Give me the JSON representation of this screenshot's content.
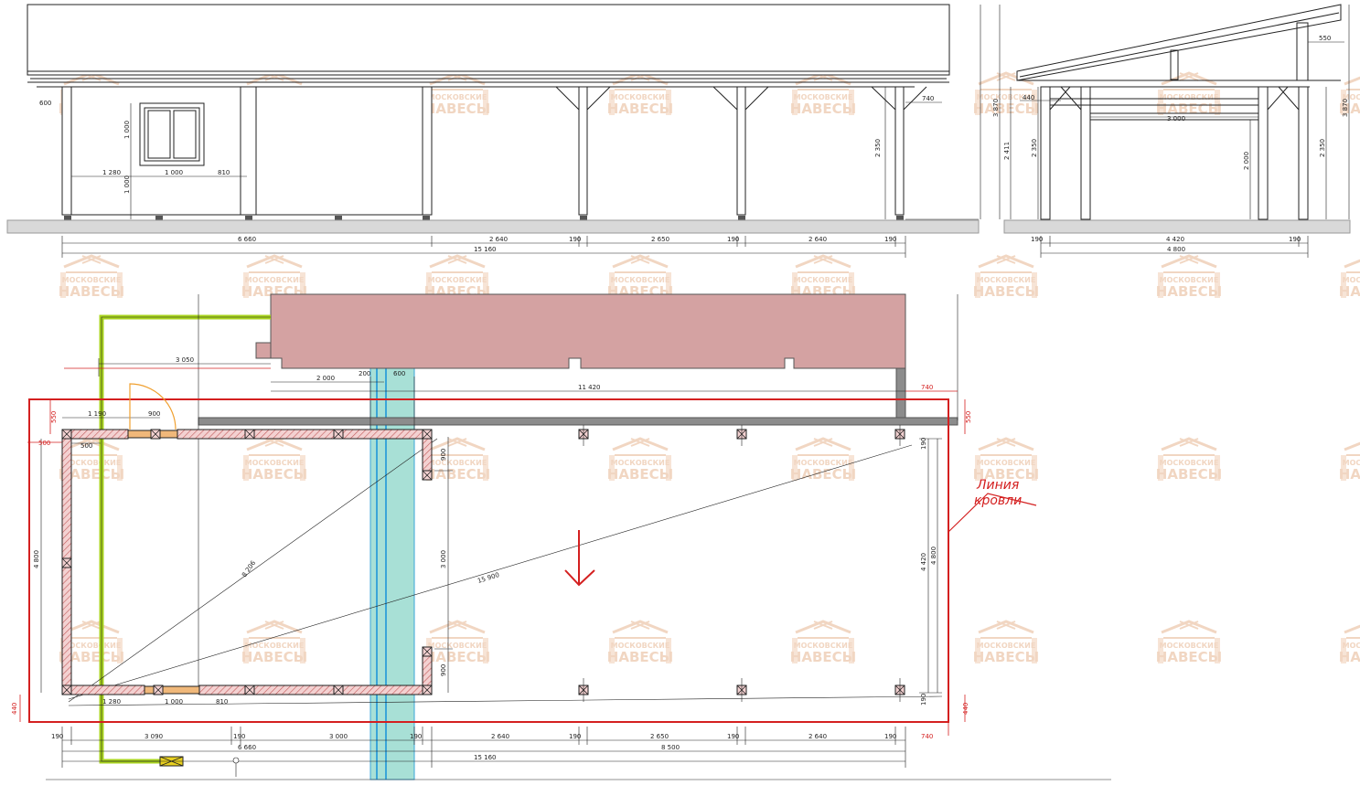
{
  "watermark": {
    "line1": "МОСКОВСКИЕ",
    "line2": "НАВЕСЫ"
  },
  "roof_line_label": {
    "line1": "Линия",
    "line2": "кровли"
  },
  "front_elevation": {
    "left_overhang": "600",
    "window_height": "1 000",
    "window_sill": "1 000",
    "window_left": "1 280",
    "window_width": "1 000",
    "window_right": "810",
    "right_overhang": "740",
    "post_height": "2 350",
    "bottom_dims": [
      "6 660",
      "2 640",
      "190",
      "2 650",
      "190",
      "2 640",
      "190"
    ],
    "total_length": "15 160"
  },
  "side_elevation": {
    "top_offset": "550",
    "left_offset": "440",
    "inner_span": "3 000",
    "left_height_outer": "2 411",
    "left_height_inner": "2 350",
    "center_height": "2 000",
    "right_height": "2 350",
    "total_height_left": "3 870",
    "total_height_right": "3 870",
    "bottom_dims": [
      "190",
      "4 420",
      "190"
    ],
    "total_width": "4 800"
  },
  "plan": {
    "dim_3050": "3 050",
    "dim_2000": "2 000",
    "dim_200": "200",
    "dim_600": "600",
    "dim_11420": "11 420",
    "dim_740_top": "740",
    "dim_550_left": "550",
    "dim_550_right": "550",
    "dim_500_red": "500",
    "dim_1190": "1 190",
    "dim_900_door": "900",
    "dim_500": "500",
    "dim_4800_left": "4 800",
    "diag_8206": "8 206",
    "diag_15900": "15 900",
    "dim_900_upper": "900",
    "dim_3000_mid": "3 000",
    "dim_900_lower": "900",
    "dim_4420": "4 420",
    "dim_4800_right": "4 800",
    "dim_190_top": "190",
    "dim_190_bottom": "190",
    "dim_440_left": "440",
    "dim_440_right": "440",
    "dim_1280": "1 280",
    "dim_1000": "1 000",
    "dim_810": "810",
    "row1": [
      "190",
      "3 090",
      "190",
      "3 000",
      "190",
      "2 640",
      "190",
      "2 650",
      "190",
      "2 640",
      "190"
    ],
    "dim_740_bottom": "740",
    "row2": [
      "6 660",
      "8 500"
    ],
    "row3": "15 160"
  },
  "colors": {
    "line": "#222222",
    "red": "#d42020",
    "roof_fill": "#d4a2a2",
    "wall_hatch": "#c25a5a",
    "wall_fill": "#f3d1d1",
    "yellow": "#a9d41e",
    "cyan": "#a8e0d6",
    "blue": "#3aa5d8",
    "ground": "#d9d9d9",
    "beam": "#8c8c8c",
    "watermark": "#f1d6c2"
  }
}
